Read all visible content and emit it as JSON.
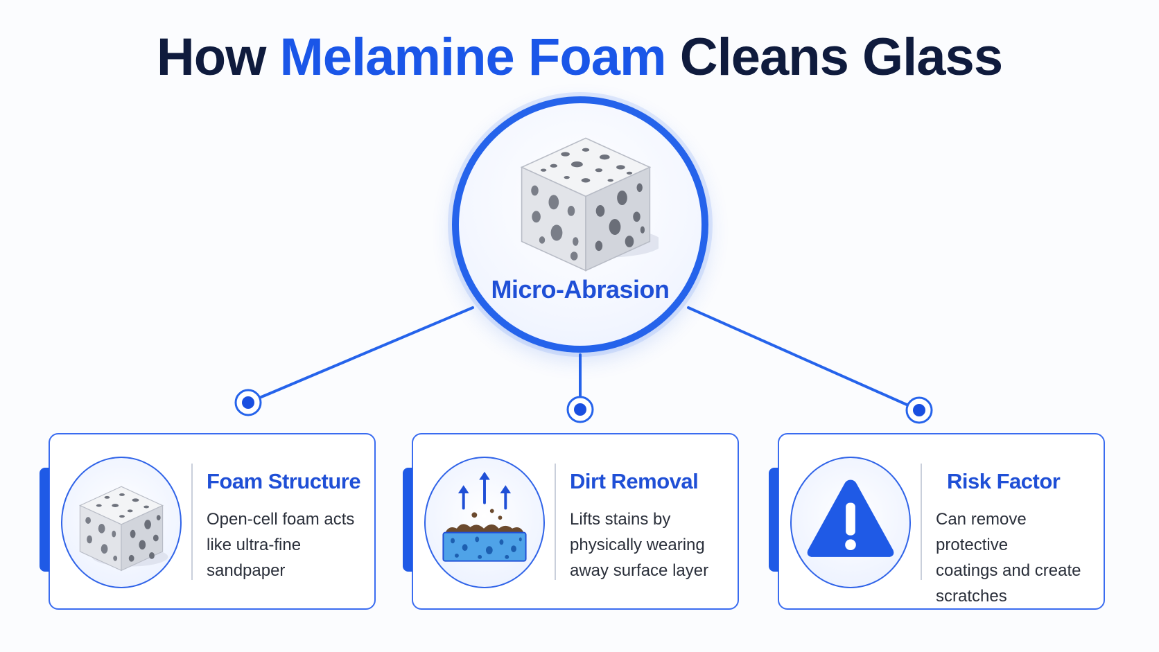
{
  "title": {
    "part1": "How ",
    "accent": "Melamine Foam",
    "part2": " Cleans Glass"
  },
  "hub": {
    "label": "Micro-Abrasion",
    "icon": "foam-cube-icon"
  },
  "cards": [
    {
      "title": "Foam Structure",
      "text": "Open-cell foam acts\nlike ultra-fine\nsandpaper",
      "icon": "foam-cube-icon"
    },
    {
      "title": "Dirt Removal",
      "text": "Lifts stains by\nphysically wearing\naway surface layer",
      "icon": "dirt-lifting-sponge-icon"
    },
    {
      "title": "Risk Factor",
      "text": "Can remove protective\ncoatings and create\nscratches",
      "icon": "warning-triangle-icon"
    }
  ],
  "colors": {
    "accent": "#1a56e8",
    "title_dark": "#0f1b3d",
    "line_blue": "#2563eb",
    "warning_blue": "#1f5ae6"
  }
}
